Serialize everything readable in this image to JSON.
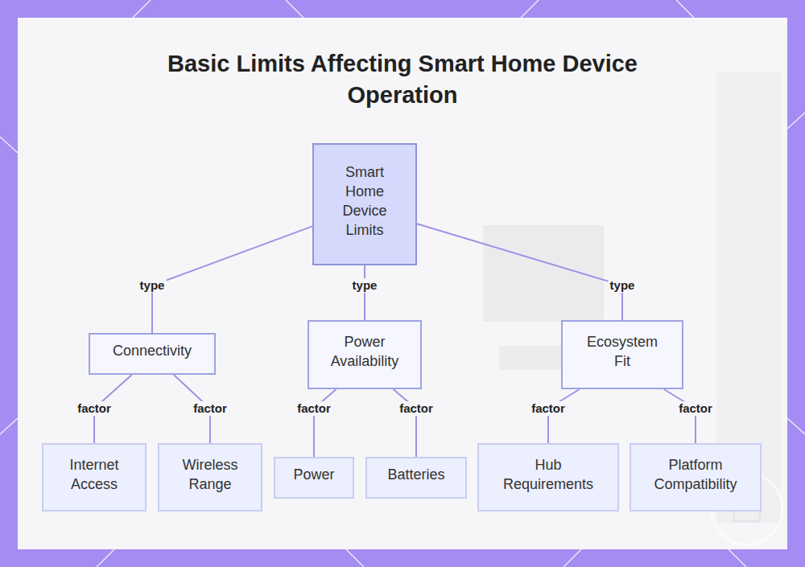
{
  "diagram": {
    "title": "Basic Limits Affecting Smart Home Device Operation",
    "nodes": [
      {
        "text": [
          "Smart Home Device Limits"
        ]
      },
      {
        "text": [
          "Connectivity"
        ]
      },
      {
        "text": [
          "Power Availability"
        ]
      },
      {
        "text": [
          "Ecosystem Fit"
        ]
      },
      {
        "text": [
          "Internet Access"
        ]
      },
      {
        "text": [
          "Wireless Range"
        ]
      },
      {
        "text": [
          "Power"
        ]
      },
      {
        "text": [
          "Batteries"
        ]
      },
      {
        "text": [
          "Hub Requirements"
        ]
      },
      {
        "text": [
          "Platform Compatibility"
        ]
      }
    ],
    "edges": [
      {
        "from": 0,
        "to": 1,
        "label": "type",
        "arrow": "none"
      },
      {
        "from": 0,
        "to": 2,
        "label": "type",
        "arrow": "none"
      },
      {
        "from": 0,
        "to": 3,
        "label": "type",
        "arrow": "none"
      },
      {
        "from": 1,
        "to": 4,
        "label": "factor",
        "arrow": "none"
      },
      {
        "from": 1,
        "to": 5,
        "label": "factor",
        "arrow": "none"
      },
      {
        "from": 2,
        "to": 6,
        "label": "factor",
        "arrow": "none"
      },
      {
        "from": 2,
        "to": 7,
        "label": "factor",
        "arrow": "none"
      },
      {
        "from": 3,
        "to": 8,
        "label": "factor",
        "arrow": "none"
      },
      {
        "from": 3,
        "to": 9,
        "label": "factor",
        "arrow": "none"
      }
    ]
  }
}
